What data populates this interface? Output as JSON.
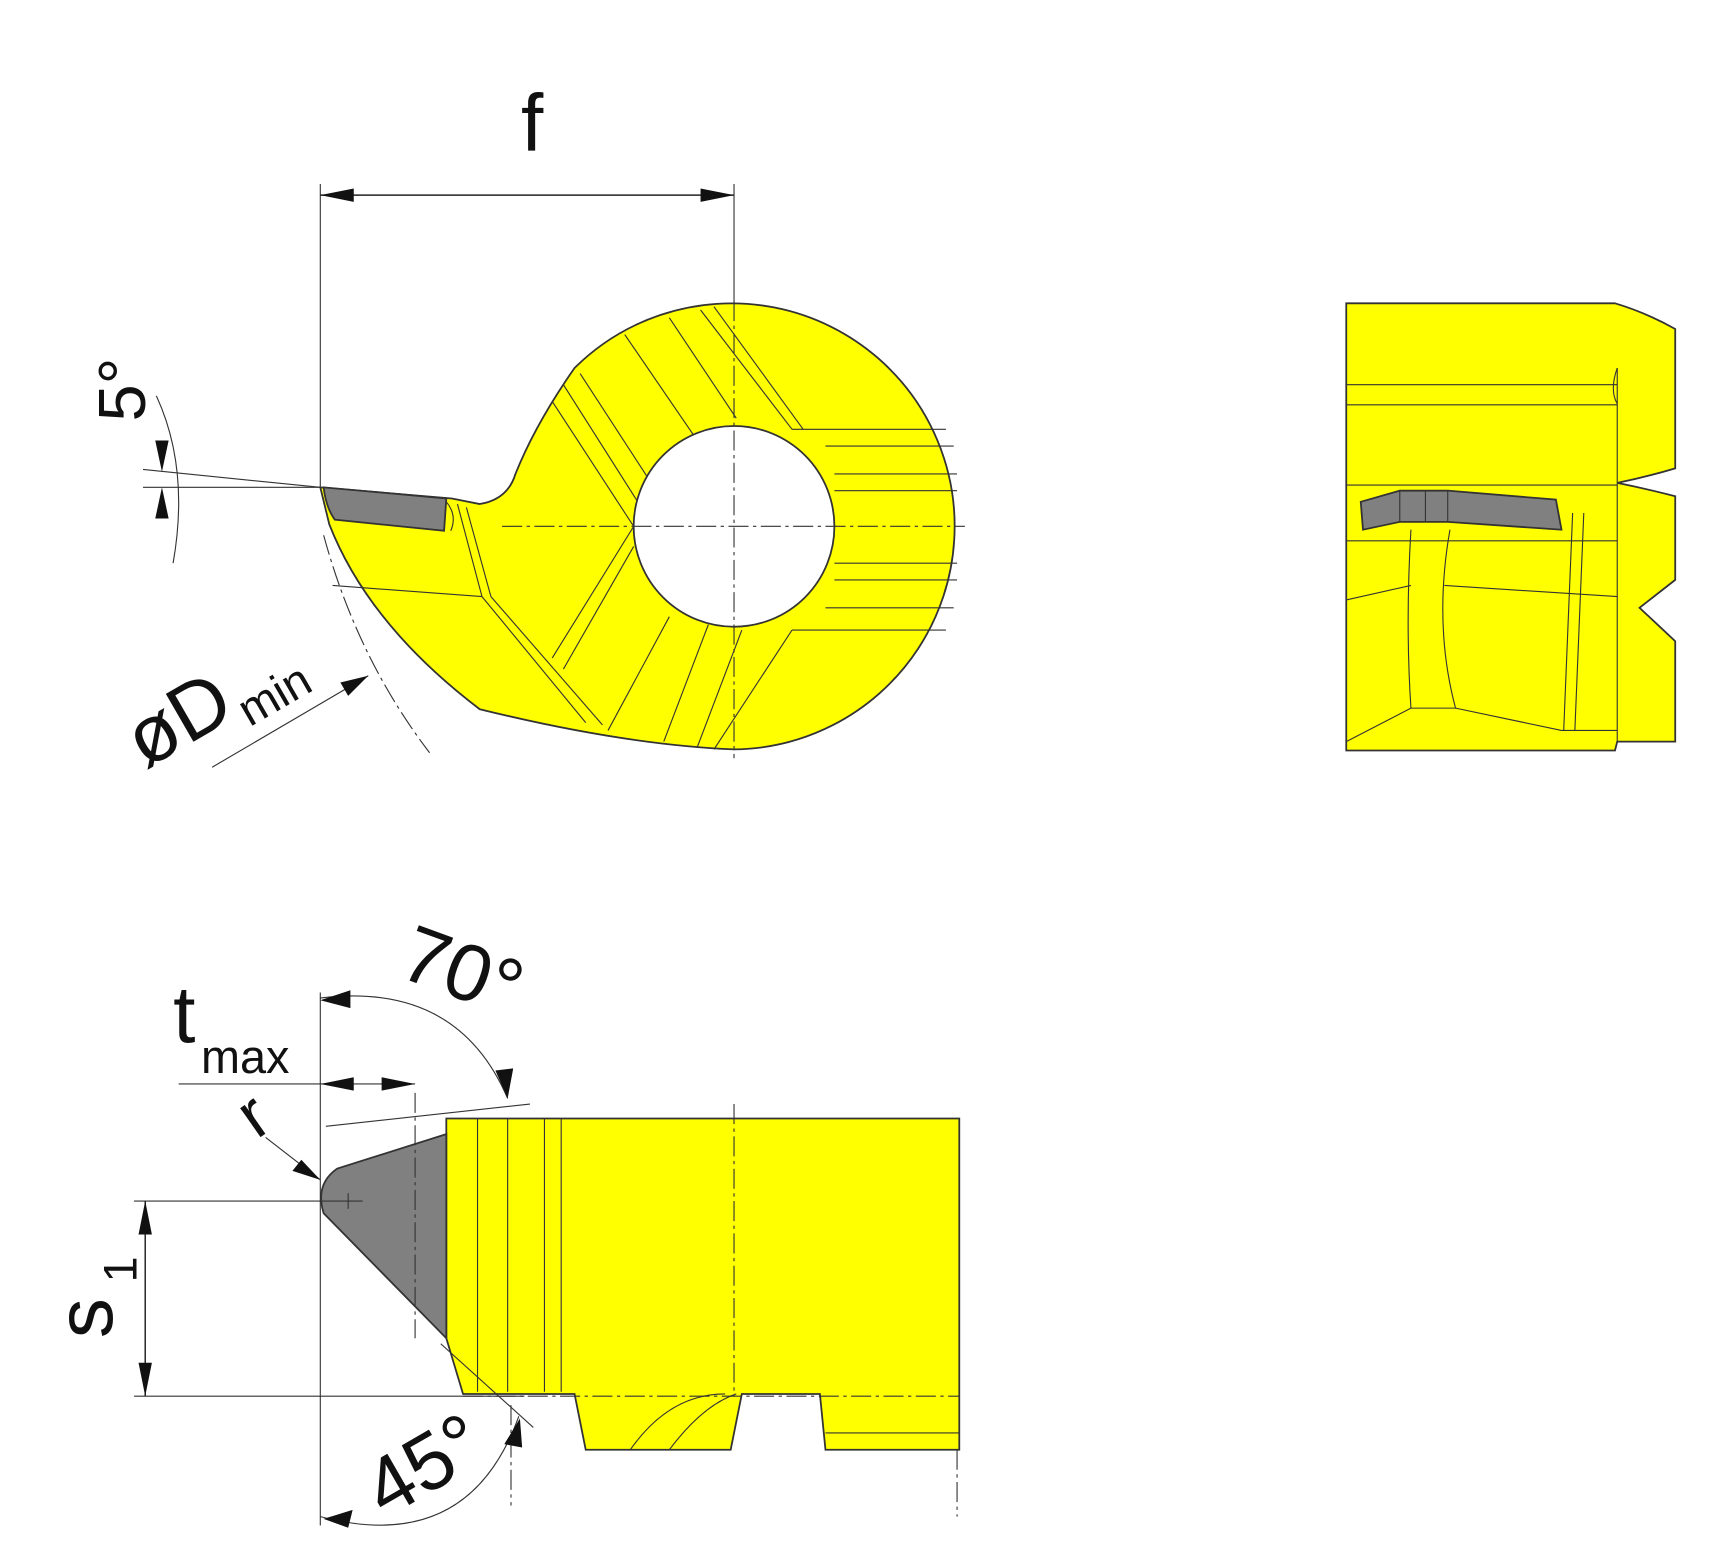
{
  "labels": {
    "f": "f",
    "angle_5": "5°",
    "d_min_main": "øD",
    "d_min_sub": "min",
    "angle_70": "70°",
    "t_main": "t",
    "t_sub": "max",
    "r": "r",
    "s_main": "s",
    "s_sub": "1",
    "angle_45": "45°"
  },
  "colors": {
    "body": "#ffff00",
    "insert": "#808080",
    "line": "#222222"
  }
}
